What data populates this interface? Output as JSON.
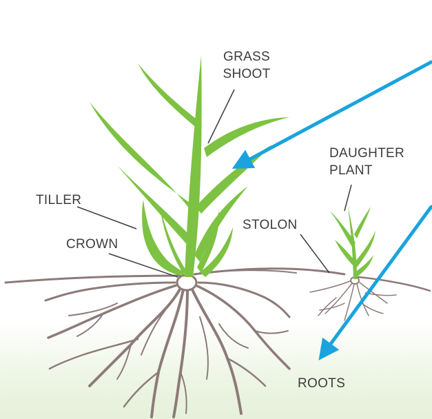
{
  "labels": {
    "grass_shoot": [
      "GRASS",
      "SHOOT"
    ],
    "daughter_plant": [
      "DAUGHTER",
      "PLANT"
    ],
    "tiller": "TILLER",
    "crown": "CROWN",
    "stolon": "STOLON",
    "roots": "ROOTS"
  },
  "colors": {
    "leaf": "#7dc242",
    "root": "#8c7b78",
    "arrow": "#1aa3de",
    "leader": "#3c3c3c",
    "text": "#3c3c3c",
    "ground_tint": "#e6f0da"
  }
}
